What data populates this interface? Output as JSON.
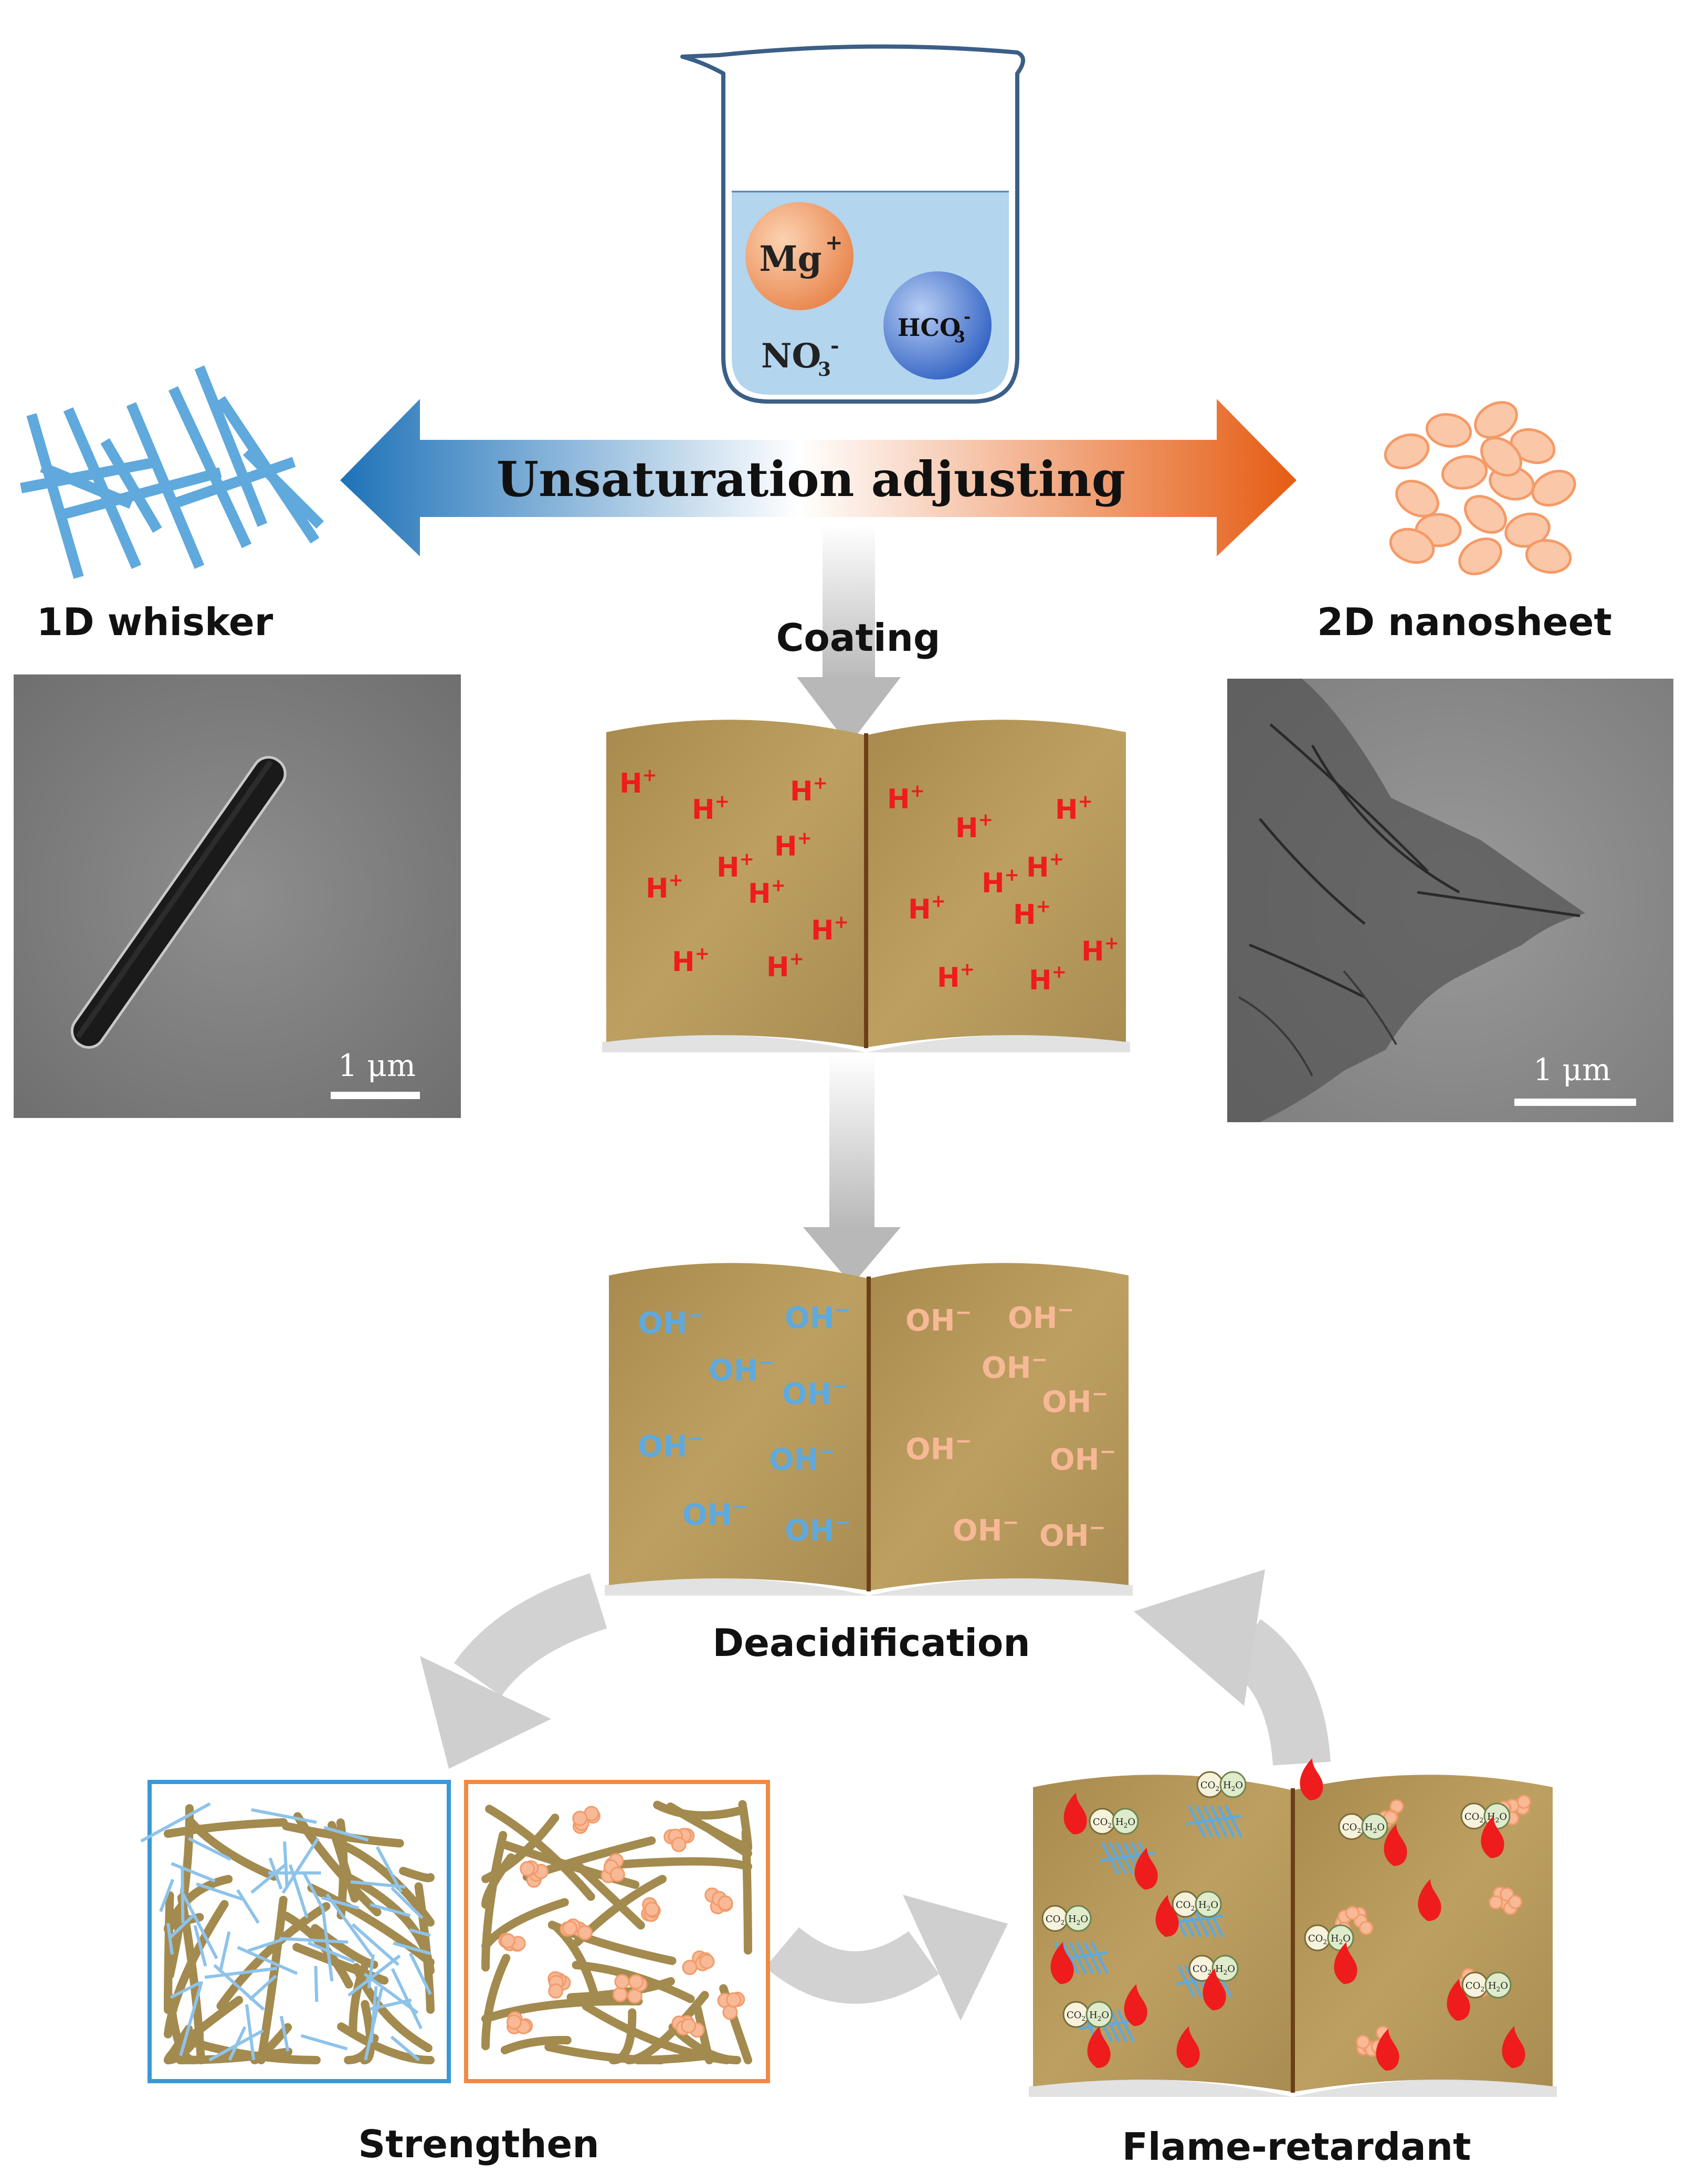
{
  "beaker": {
    "ions": {
      "mg_text": "Mg",
      "mg_charge": "+",
      "hco3_text": "HCO",
      "hco3_sub": "3",
      "hco3_charge": "-",
      "no3_text": "NO",
      "no3_sub": "3",
      "no3_charge": "-"
    }
  },
  "arrow": {
    "label": "Unsaturation adjusting"
  },
  "whisker": {
    "label": "1D whisker",
    "scale": "1 μm"
  },
  "nanosheet": {
    "label": "2D nanosheet",
    "scale": "1 μm"
  },
  "steps": {
    "coating": "Coating",
    "deacidification": "Deacidification",
    "strengthen": "Strengthen",
    "flame": "Flame-retardant"
  },
  "acid_book": {
    "ion_text": "H",
    "ion_charge": "+"
  },
  "base_book": {
    "ion_text": "OH",
    "ion_charge": "−"
  },
  "flame_book": {
    "co2": "CO",
    "co2_sub": "2",
    "h2o": "H",
    "h2o_sub": "2",
    "h2o_o": "O"
  },
  "colors": {
    "blue": "#5fa9dd",
    "orange": "#f59a66",
    "paper": "#b89a5e",
    "red": "#ee1c1c",
    "fiber": "#a38a4e"
  }
}
